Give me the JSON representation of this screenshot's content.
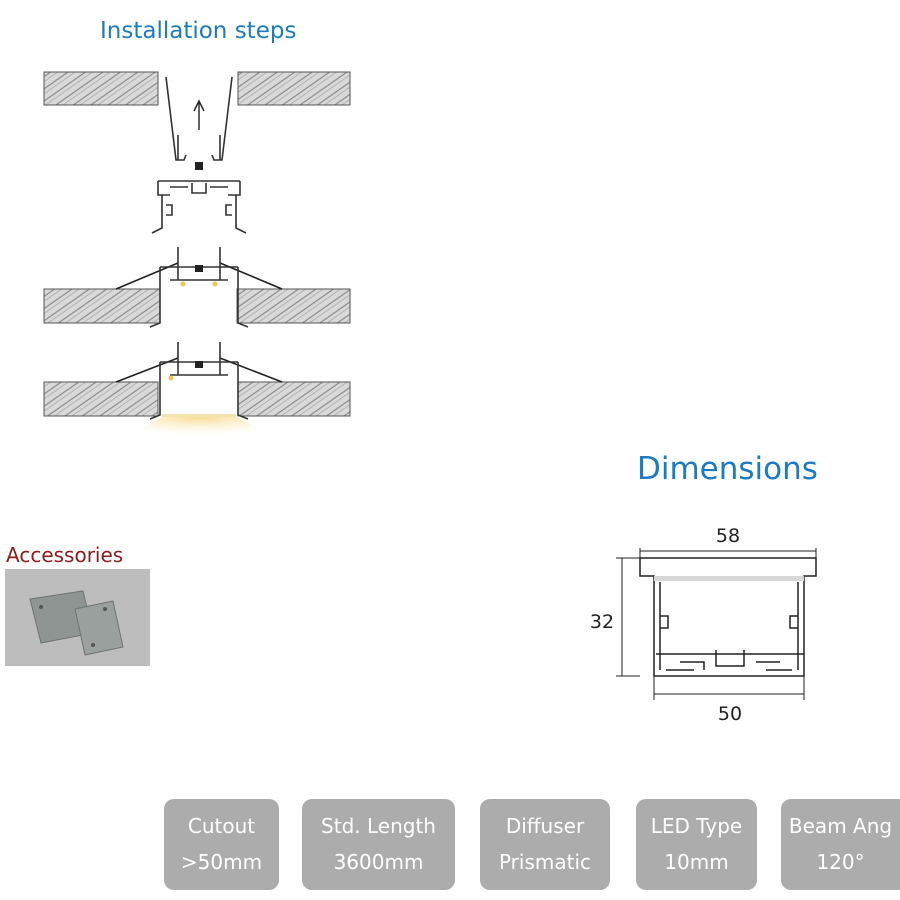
{
  "installation": {
    "title": "Installation steps"
  },
  "dimensions": {
    "title": "Dimensions",
    "width_top": "58",
    "height": "32",
    "width_bottom": "50"
  },
  "accessories": {
    "title": "Accessories"
  },
  "specs": [
    {
      "label": "Cutout",
      "value": ">50mm"
    },
    {
      "label": "Std. Length",
      "value": "3600mm"
    },
    {
      "label": "Diffuser",
      "value": "Prismatic"
    },
    {
      "label": "LED Type",
      "value": "10mm"
    },
    {
      "label": "Beam Ang",
      "value": "120°"
    }
  ],
  "colors": {
    "title_blue": "#1b7bc4",
    "accessories_red": "#8b1c1c",
    "badge_gray": "#acacac"
  }
}
